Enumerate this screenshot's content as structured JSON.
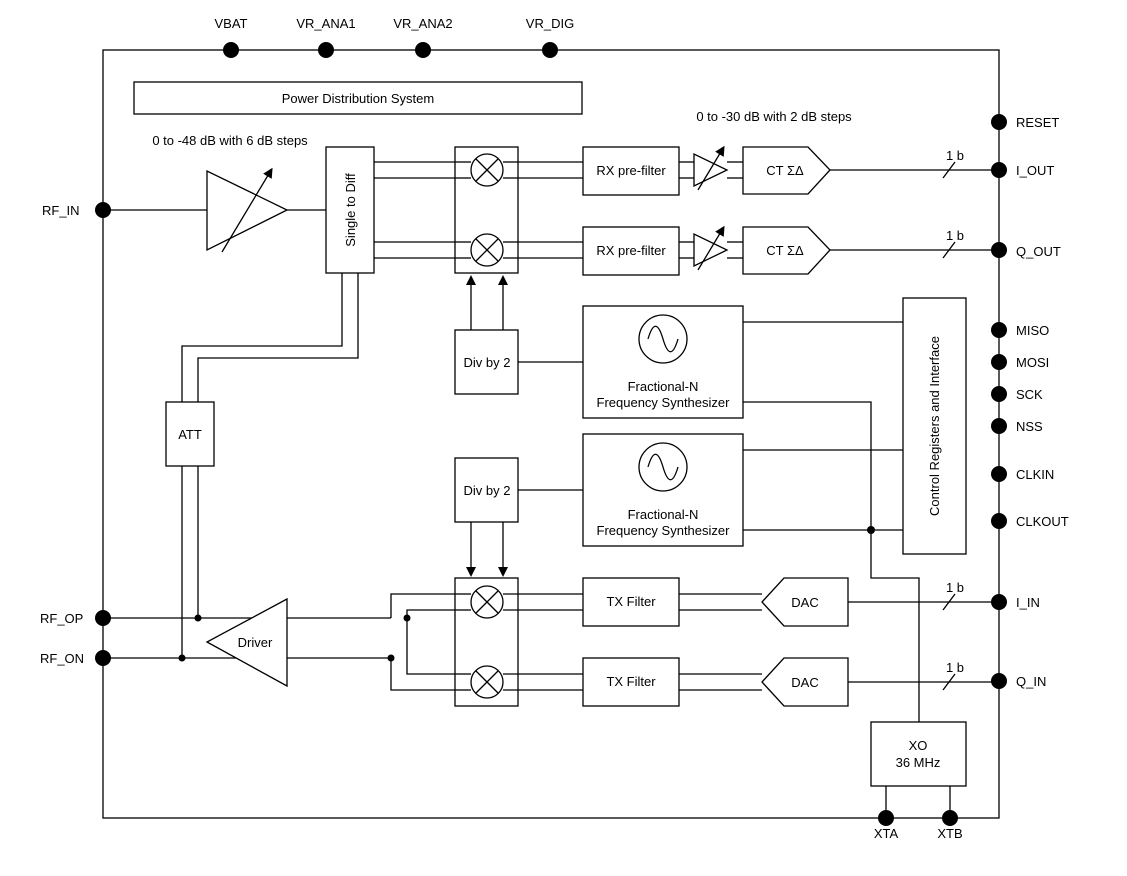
{
  "pins": {
    "vbat": "VBAT",
    "vr_ana1": "VR_ANA1",
    "vr_ana2": "VR_ANA2",
    "vr_dig": "VR_DIG",
    "reset": "RESET",
    "i_out": "I_OUT",
    "q_out": "Q_OUT",
    "miso": "MISO",
    "mosi": "MOSI",
    "sck": "SCK",
    "nss": "NSS",
    "clkin": "CLKIN",
    "clkout": "CLKOUT",
    "i_in": "I_IN",
    "q_in": "Q_IN",
    "rf_in": "RF_IN",
    "rf_op": "RF_OP",
    "rf_on": "RF_ON",
    "xta": "XTA",
    "xtb": "XTB"
  },
  "blocks": {
    "power_distribution": "Power Distribution System",
    "lna_gain_note": "0 to -48 dB with 6 dB steps",
    "pga_gain_note": "0 to -30 dB with 2 dB steps",
    "single_to_diff": "Single to Diff",
    "rx_prefilter": "RX pre-filter",
    "ct_sigma_delta": "CT ΣΔ",
    "bus_width": "1 b",
    "div_by_2": "Div by 2",
    "synth_line1": "Fractional-N",
    "synth_line2": "Frequency Synthesizer",
    "control_registers": "Control Registers and Interface",
    "att": "ATT",
    "driver": "Driver",
    "tx_filter": "TX Filter",
    "dac": "DAC",
    "xo_line1": "XO",
    "xo_line2": "36 MHz"
  }
}
